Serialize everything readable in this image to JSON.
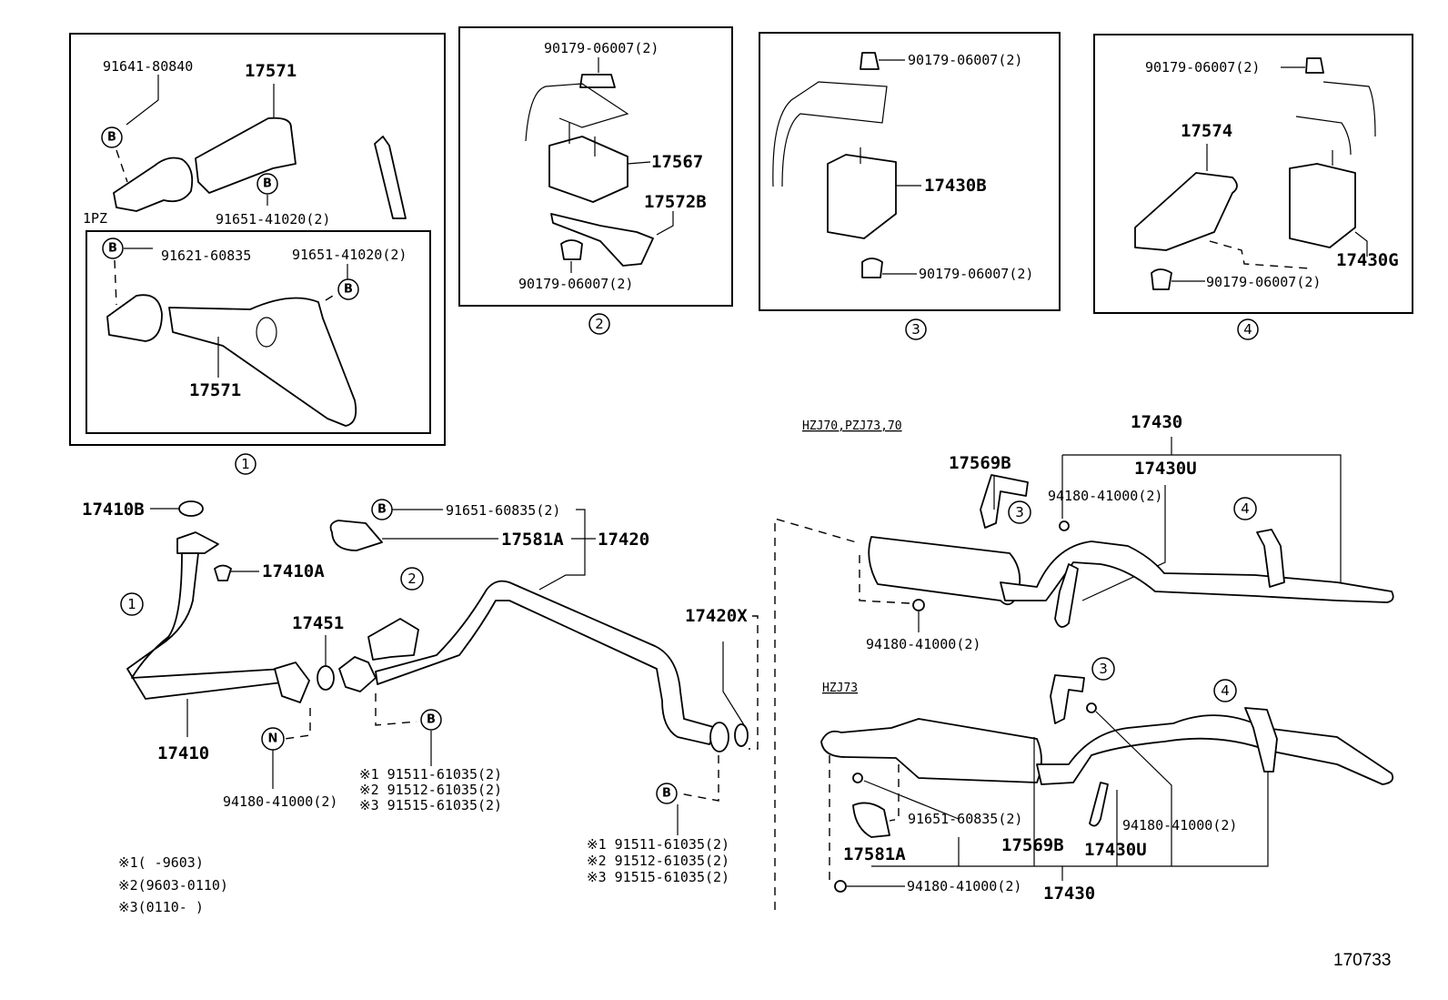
{
  "diagram_id": "170733",
  "panels": {
    "p1": {
      "number": "1",
      "engine": "1PZ",
      "top": {
        "bolt": "91641-80840",
        "bracket": "17571",
        "nut": "91651-41020(2)"
      },
      "inner": {
        "bolt": "91621-60835",
        "nut": "91651-41020(2)",
        "bracket": "17571"
      }
    },
    "p2": {
      "number": "2",
      "nut_top": "90179-06007(2)",
      "mount": "17567",
      "bracket": "17572B",
      "nut_bottom": "90179-06007(2)"
    },
    "p3": {
      "number": "3",
      "nut_top": "90179-06007(2)",
      "mount": "17430B",
      "nut_bottom": "90179-06007(2)"
    },
    "p4": {
      "number": "4",
      "nut_top": "90179-06007(2)",
      "plate": "17574",
      "mount": "17430G",
      "nut_bottom": "90179-06007(2)"
    }
  },
  "markers": {
    "B": "B",
    "N": "N",
    "ref1": "1",
    "ref2": "2",
    "ref3": "3",
    "ref4": "4"
  },
  "front": {
    "gasket": "17410B",
    "nut": "17410A",
    "pipe": "17410",
    "ring": "17451",
    "nut_n": "94180-41000(2)",
    "bolt_b": "91651-60835(2)",
    "clamp": "17581A",
    "center_pipe": "17420",
    "gasket_x": "17420X",
    "bolts_mid": [
      "※1 91511-61035(2)",
      "※2 91512-61035(2)",
      "※3 91515-61035(2)"
    ],
    "bolts_right": [
      "※1 91511-61035(2)",
      "※2 91512-61035(2)",
      "※3 91515-61035(2)"
    ]
  },
  "footnotes": [
    "※1(      -9603)",
    "※2(9603-0110)",
    "※3(0110-      )"
  ],
  "rear_upper": {
    "models": "HZJ70,PZJ73,70",
    "tail_assy": "17430",
    "hanger": "17569B",
    "nut_top": "94180-41000(2)",
    "tail_u": "17430U",
    "nut_bottom": "94180-41000(2)"
  },
  "rear_lower": {
    "models": "HZJ73",
    "bolt": "91651-60835(2)",
    "clamp": "17581A",
    "hanger": "17569B",
    "tail_u": "17430U",
    "nut_right": "94180-41000(2)",
    "nut_bottom": "94180-41000(2)",
    "tail_assy": "17430"
  }
}
